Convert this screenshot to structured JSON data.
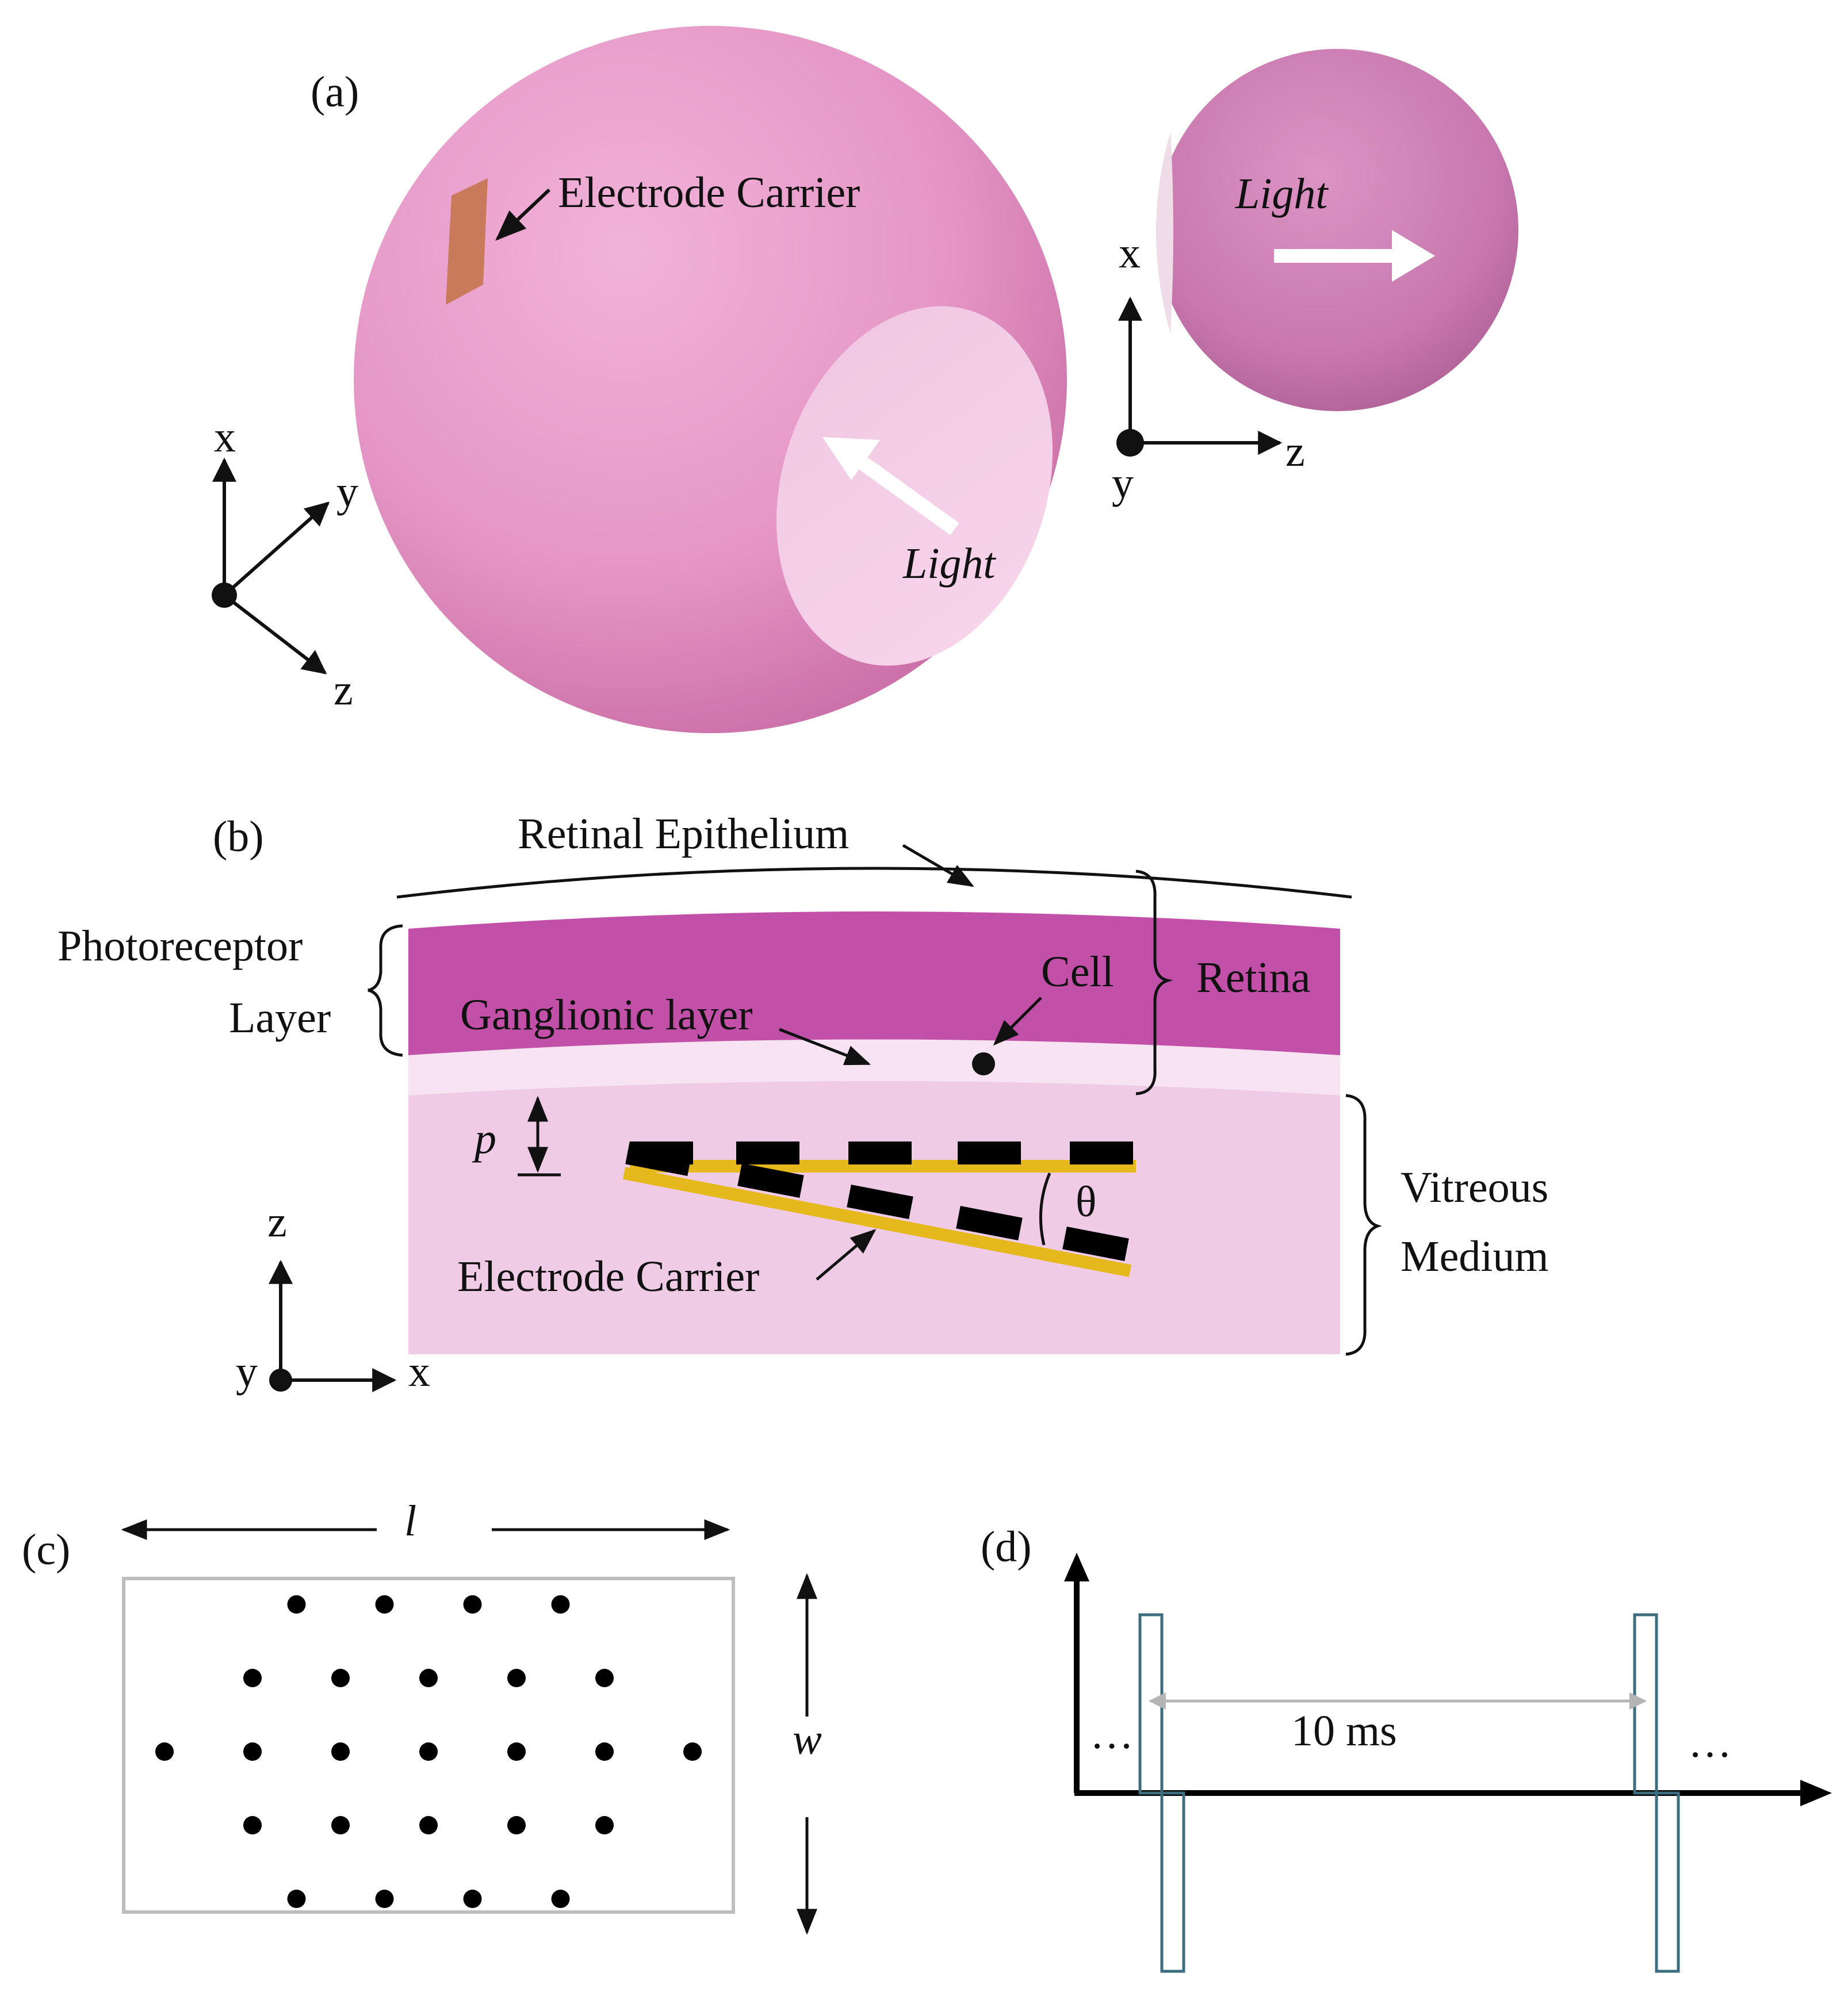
{
  "panel_a": {
    "label": "(a)",
    "electrode_carrier": "Electrode Carrier",
    "light_main": "Light",
    "light_small": "Light",
    "axes_3d": {
      "x": "x",
      "y": "y",
      "z": "z"
    },
    "axes_side": {
      "x": "x",
      "y": "y",
      "z": "z"
    },
    "colors": {
      "sphere": "#e89ac9",
      "carrier": "#c97a5a",
      "light_spot": "#f5cde6"
    }
  },
  "panel_b": {
    "label": "(b)",
    "retinal_epithelium": "Retinal Epithelium",
    "photoreceptor_line1": "Photoreceptor",
    "photoreceptor_line2": "Layer",
    "ganglionic_layer": "Ganglionic layer",
    "cell": "Cell",
    "retina": "Retina",
    "vitreous_line1": "Vitreous",
    "vitreous_line2": "Medium",
    "pitch_symbol": "p",
    "angle_symbol": "θ",
    "electrode_carrier": "Electrode Carrier",
    "axes": {
      "z": "z",
      "y": "y",
      "x": "x"
    },
    "colors": {
      "retina": "#c250a8",
      "ganglionic": "#f7e3f1",
      "vitreous": "#efcbe6",
      "carrier": "#e5b81c",
      "electrode": "#000000"
    }
  },
  "panel_c": {
    "label": "(c)",
    "length_symbol": "l",
    "width_symbol": "w",
    "electrode_rows": [
      4,
      5,
      7,
      5,
      4
    ]
  },
  "panel_d": {
    "label": "(d)",
    "period": "10 ms",
    "ellipsis_left": "…",
    "ellipsis_right": "…",
    "colors": {
      "pulse": "#3c6e80",
      "period_arrow": "#b5b5b5"
    }
  }
}
